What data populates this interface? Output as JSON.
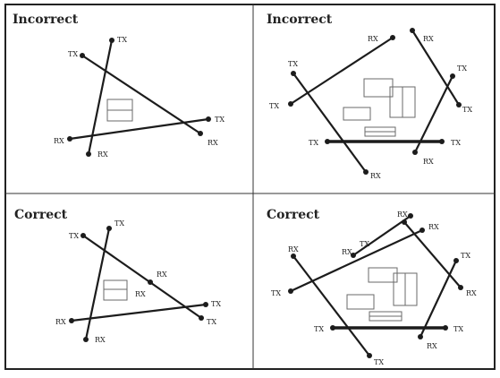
{
  "panels": [
    {
      "title": "Incorrect",
      "beams": [
        {
          "a": {
            "label": "TX"
          },
          "b": {
            "label": "RX"
          }
        },
        {
          "a": {
            "label": "TX"
          },
          "b": {
            "label": "RX"
          }
        },
        {
          "a": {
            "label": "RX"
          },
          "b": {
            "label": "TX"
          }
        }
      ]
    },
    {
      "title": "Incorrect",
      "beams": [
        {
          "a": {
            "label": "RX"
          },
          "b": {
            "label": "TX"
          }
        },
        {
          "a": {
            "label": "RX"
          },
          "b": {
            "label": "TX"
          }
        },
        {
          "a": {
            "label": "TX"
          },
          "b": {
            "label": "RX"
          }
        },
        {
          "a": {
            "label": "TX"
          },
          "b": {
            "label": "RX"
          }
        },
        {
          "a": {
            "label": "TX"
          },
          "b": {
            "label": "TX"
          }
        }
      ]
    },
    {
      "title": "Correct",
      "beams": [
        {
          "a": {
            "label": "TX"
          },
          "b": {
            "label": "RX"
          }
        },
        {
          "a": {
            "label": "TX"
          },
          "b": {
            "label": "TX"
          }
        },
        {
          "a": {
            "label": "RX"
          },
          "b": {
            "label": "TX"
          }
        }
      ],
      "labels": [
        "RX",
        "RX"
      ]
    },
    {
      "title": "Correct",
      "beams": [
        {
          "a": {
            "label": "RX"
          },
          "b": {
            "label": "RX"
          }
        },
        {
          "a": {
            "label": "RX"
          },
          "b": {
            "label": "TX"
          }
        },
        {
          "a": {
            "label": "RX"
          },
          "b": {
            "label": "TX"
          }
        },
        {
          "a": {
            "label": "TX"
          },
          "b": {
            "label": "RX"
          }
        },
        {
          "a": {
            "label": "TX"
          },
          "b": {
            "label": "RX"
          }
        }
      ],
      "labels": [
        "TX",
        "TX"
      ]
    }
  ]
}
